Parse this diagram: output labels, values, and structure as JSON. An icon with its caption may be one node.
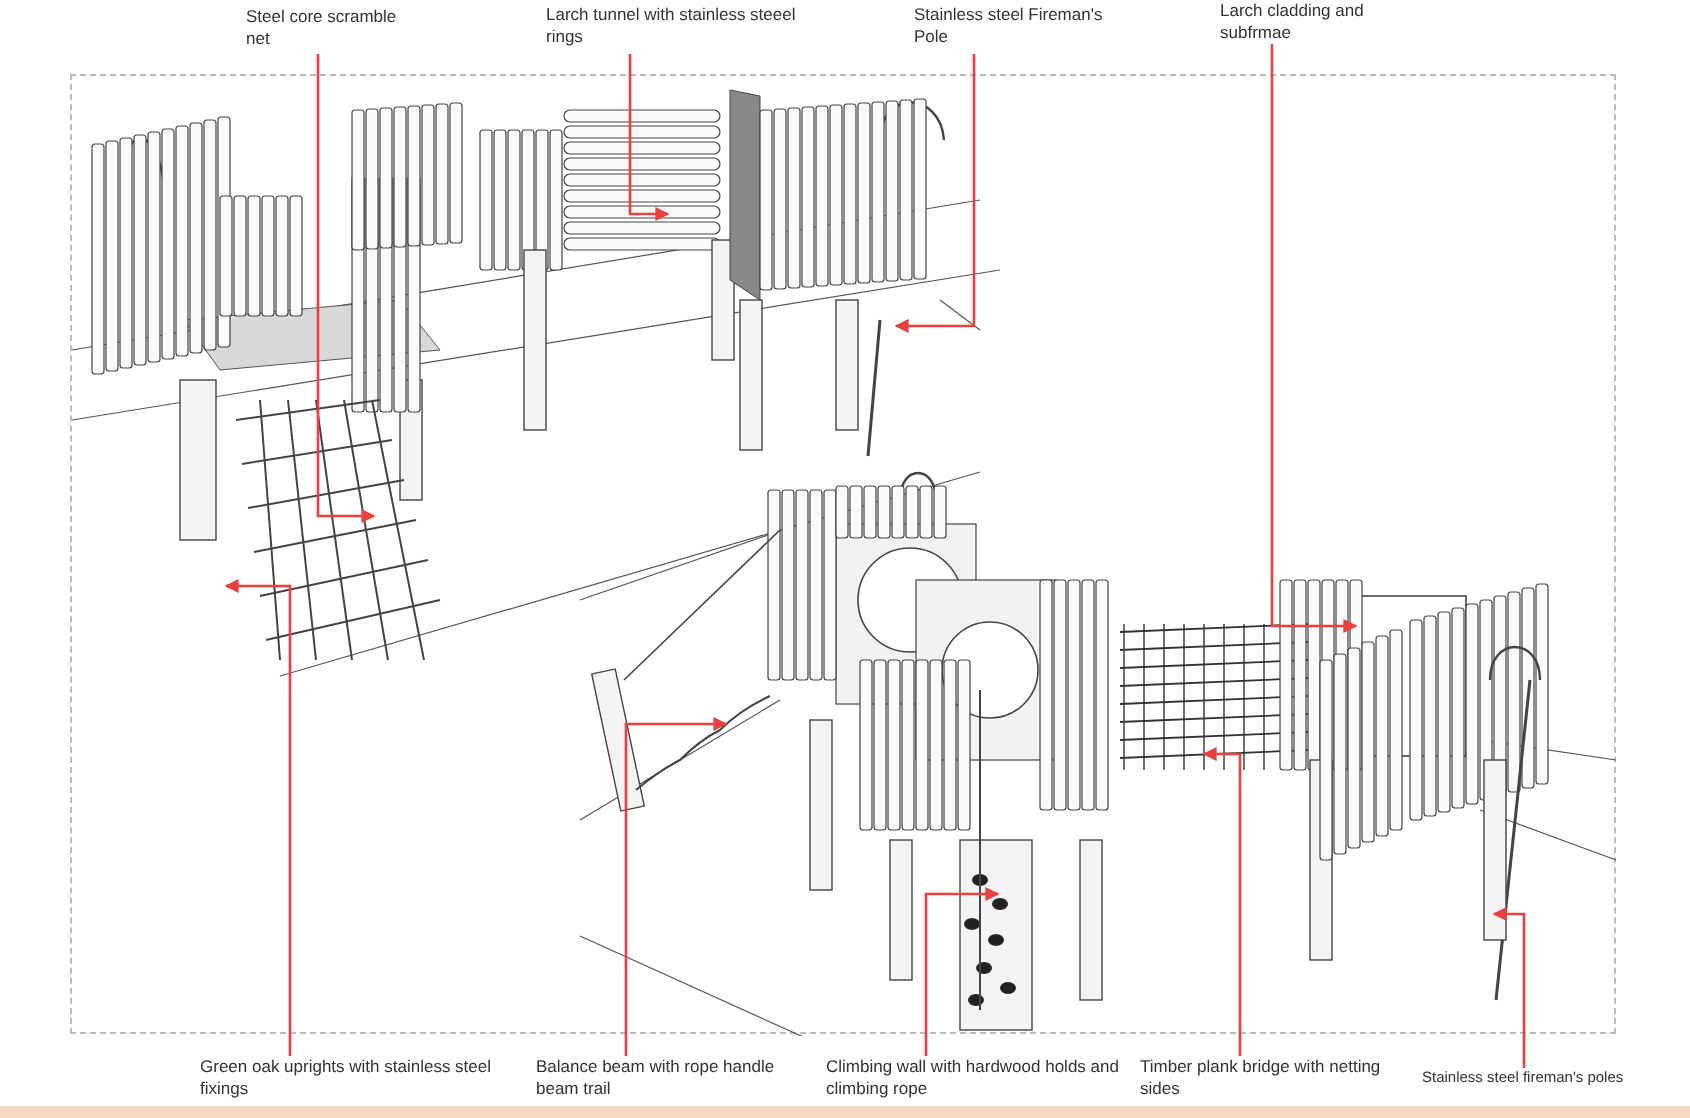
{
  "diagram": {
    "nodes": [
      {
        "text": [
          "Steel core scramble net"
        ]
      },
      {
        "text": [
          "Larch tunnel with stainless steeel rings"
        ]
      },
      {
        "text": [
          "Stainless steel Fireman's Pole"
        ]
      },
      {
        "text": [
          "Larch cladding and subfrmae"
        ]
      },
      {
        "text": [
          "Green oak uprights with stainless steel fixings"
        ]
      },
      {
        "text": [
          "Balance beam with rope handle beam trail"
        ]
      },
      {
        "text": [
          "Climbing wall with hardwood holds and climbing rope"
        ]
      },
      {
        "text": [
          "Timber plank bridge with netting sides"
        ]
      },
      {
        "text": [
          "Stainless steel fireman's poles"
        ]
      }
    ],
    "edges": [
      {
        "from": 0,
        "to": null,
        "arrow": "to"
      },
      {
        "from": 1,
        "to": null,
        "arrow": "to"
      },
      {
        "from": 2,
        "to": null,
        "arrow": "to"
      },
      {
        "from": 3,
        "to": null,
        "arrow": "to"
      },
      {
        "from": 4,
        "to": null,
        "arrow": "to"
      },
      {
        "from": 5,
        "to": null,
        "arrow": "to"
      },
      {
        "from": 6,
        "to": null,
        "arrow": "to"
      },
      {
        "from": 7,
        "to": null,
        "arrow": "to"
      },
      {
        "from": 8,
        "to": null,
        "arrow": "to"
      }
    ]
  }
}
